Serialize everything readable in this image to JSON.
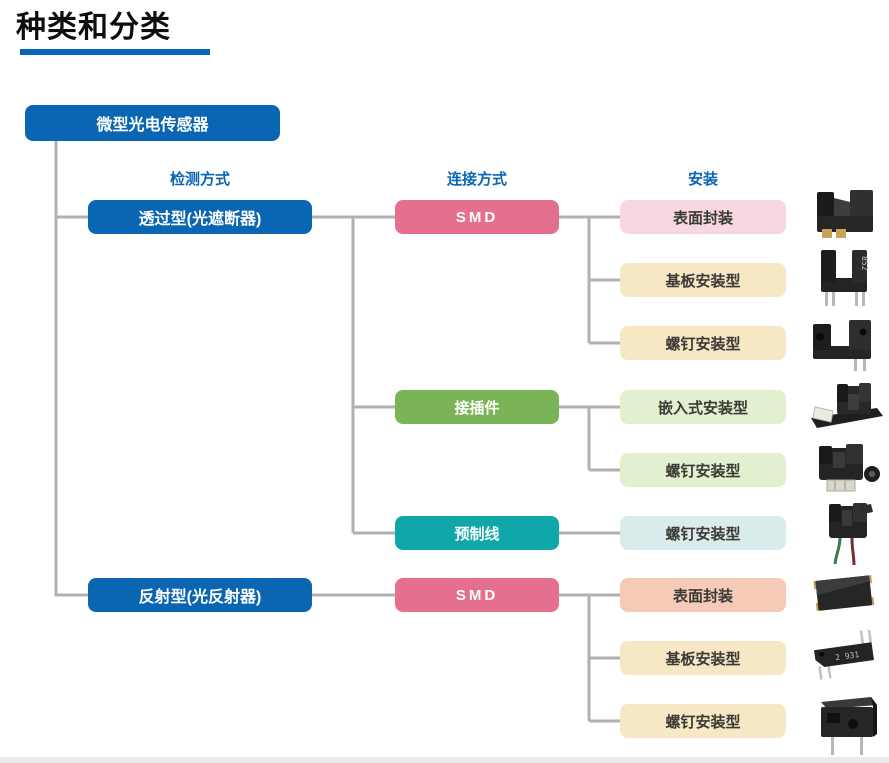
{
  "page": {
    "title": "种类和分类"
  },
  "colors": {
    "brand_blue": "#0a66b2",
    "node_pink": "#e4708e",
    "node_green": "#7ab456",
    "node_teal": "#0fa7a7",
    "mount_light_pink": "#f8d8e0",
    "mount_beige": "#f6e8c5",
    "mount_light_green": "#e3f0d0",
    "mount_light_teal": "#d9eceb",
    "mount_salmon": "#f5cab7",
    "connector_gray": "#b1b1b1"
  },
  "tree": {
    "root": {
      "label": "微型光电传感器"
    },
    "headers": [
      {
        "label": "检测方式"
      },
      {
        "label": "连接方式"
      },
      {
        "label": "安装"
      }
    ],
    "detection": [
      {
        "label": "透过型(光遮断器)"
      },
      {
        "label": "反射型(光反射器)"
      }
    ],
    "connection": [
      {
        "label": "SMD"
      },
      {
        "label": "接插件"
      },
      {
        "label": "预制线"
      },
      {
        "label": "SMD"
      }
    ],
    "mounting": [
      {
        "label": "表面封装"
      },
      {
        "label": "基板安装型"
      },
      {
        "label": "螺钉安装型"
      },
      {
        "label": "嵌入式安装型"
      },
      {
        "label": "螺钉安装型"
      },
      {
        "label": "螺钉安装型"
      },
      {
        "label": "表面封装"
      },
      {
        "label": "基板安装型"
      },
      {
        "label": "螺钉安装型"
      }
    ],
    "products": [
      {
        "name": "surface-mount-slot-sensor-photo",
        "marking": ""
      },
      {
        "name": "board-mount-slot-sensor-photo",
        "marking": "852"
      },
      {
        "name": "screw-mount-slot-sensor-photo",
        "marking": ""
      },
      {
        "name": "embedded-connector-slot-sensor-photo",
        "marking": ""
      },
      {
        "name": "screw-mount-connector-slot-sensor-photo",
        "marking": ""
      },
      {
        "name": "pre-wired-slot-sensor-photo",
        "marking": ""
      },
      {
        "name": "smd-chip-reflective-sensor-photo",
        "marking": ""
      },
      {
        "name": "board-mount-reflective-sensor-photo",
        "marking": "2 931"
      },
      {
        "name": "screw-mount-reflective-sensor-photo",
        "marking": ""
      }
    ]
  }
}
